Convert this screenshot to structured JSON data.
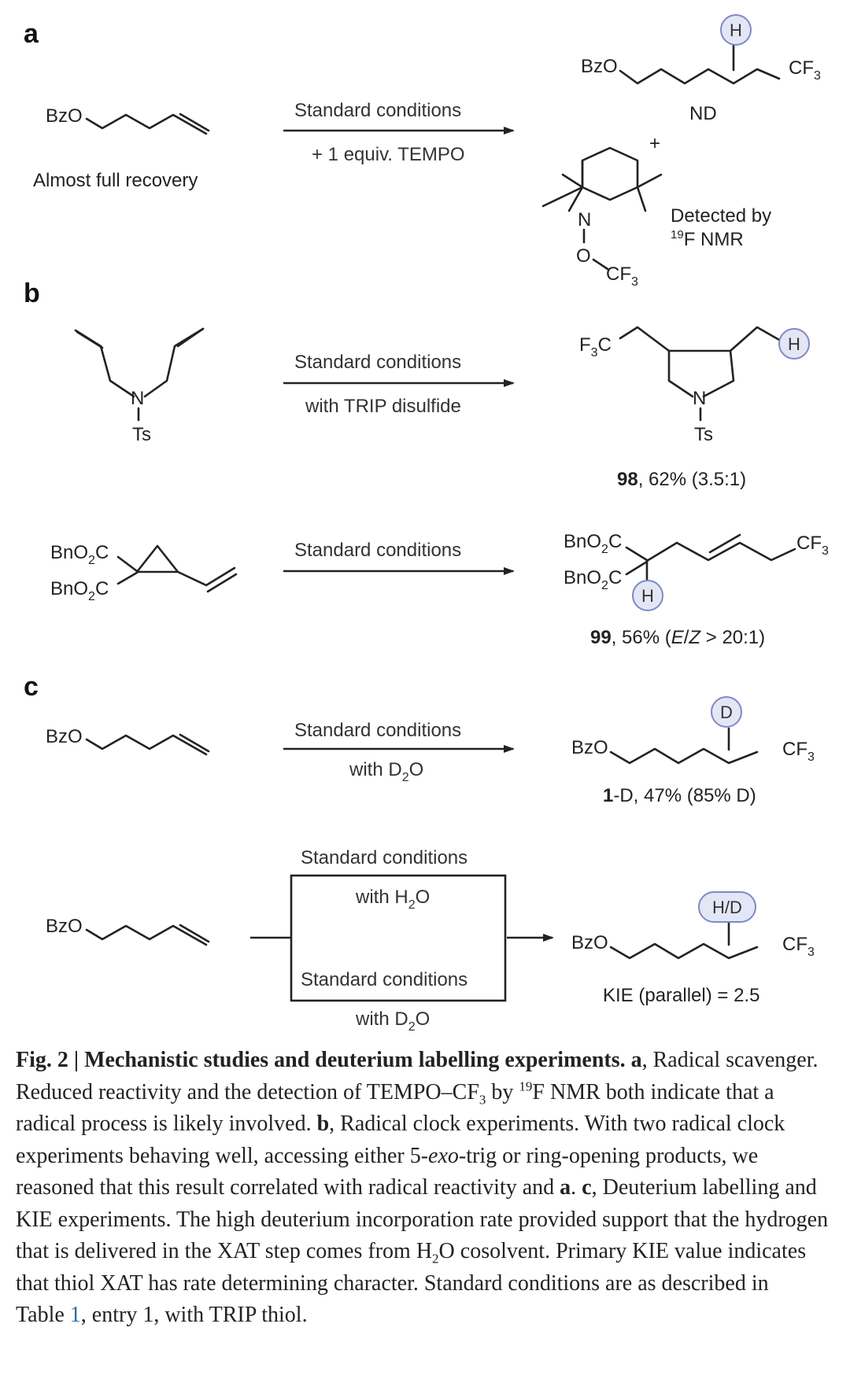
{
  "panels": {
    "a": "a",
    "b": "b",
    "c": "c"
  },
  "section_a": {
    "sm_group": "BzO",
    "sm_note": "Almost full recovery",
    "cond_top": "Standard conditions",
    "cond_bottom": "+ 1 equiv. TEMPO",
    "prod1_left": "BzO",
    "prod1_right": "CF",
    "prod1_right_sub": "3",
    "prod1_highlight": "H",
    "prod1_note": "ND",
    "plus": "+",
    "tempo_N": "N",
    "tempo_O": "O",
    "tempo_cf": "CF",
    "tempo_cf_sub": "3",
    "detect_line1": "Detected by",
    "detect_sup": "19",
    "detect_line2": "F NMR"
  },
  "section_b1": {
    "sm_N": "N",
    "sm_Ts": "Ts",
    "cond_top": "Standard conditions",
    "cond_bottom": "with TRIP disulfide",
    "prod_left": "F",
    "prod_left_sub": "3",
    "prod_left_end": "C",
    "prod_N": "N",
    "prod_Ts": "Ts",
    "prod_highlight": "H",
    "result_bold": "98",
    "result_rest": ", 62% (3.5:1)"
  },
  "section_b2": {
    "sm_top": "BnO",
    "sm_top_sub": "2",
    "sm_top_end": "C",
    "sm_bottom": "BnO",
    "sm_bottom_sub": "2",
    "sm_bottom_end": "C",
    "cond_top": "Standard conditions",
    "prod_top": "BnO",
    "prod_top_sub": "2",
    "prod_top_end": "C",
    "prod_bottom": "BnO",
    "prod_bottom_sub": "2",
    "prod_bottom_end": "C",
    "prod_right": "CF",
    "prod_right_sub": "3",
    "prod_highlight": "H",
    "result_bold": "99",
    "result_mid": ", 56% (",
    "result_italic": "E",
    "result_slash": "/",
    "result_italic2": "Z",
    "result_end": " > 20:1)"
  },
  "section_c1": {
    "sm_group": "BzO",
    "cond_top": "Standard conditions",
    "cond_bottom": "with D",
    "cond_bottom_sub": "2",
    "cond_bottom_end": "O",
    "prod_left": "BzO",
    "prod_right": "CF",
    "prod_right_sub": "3",
    "prod_highlight": "D",
    "result_bold": "1",
    "result_rest": "-D, 47% (85% D)"
  },
  "section_c2": {
    "sm_group": "BzO",
    "cond1_top": "Standard conditions",
    "cond1_bottom": "with H",
    "cond1_bottom_sub": "2",
    "cond1_bottom_end": "O",
    "cond2_top": "Standard conditions",
    "cond2_bottom": "with D",
    "cond2_bottom_sub": "2",
    "cond2_bottom_end": "O",
    "prod_left": "BzO",
    "prod_right": "CF",
    "prod_right_sub": "3",
    "prod_highlight": "H/D",
    "result": "KIE (parallel) = 2.5"
  },
  "caption": {
    "fig_label": "Fig. 2",
    "sep": " | ",
    "title": "Mechanistic studies and deuterium labelling experiments.",
    "a_label": "a",
    "a_text1": ", Radical scavenger. Reduced reactivity and the detection of TEMPO–CF",
    "a_text_sub": "3",
    "a_text2": " by ",
    "a_sup": "19",
    "a_text3": "F NMR both indicate that a radical process is likely involved. ",
    "b_label": "b",
    "b_text1": ", Radical clock experiments. With two radical clock experiments behaving well, accessing either 5-",
    "b_italic": "exo",
    "b_text2": "-trig or ring-opening products, we reasoned that this result correlated with radical reactivity and ",
    "b_ref": "a",
    "b_text3": ". ",
    "c_label": "c",
    "c_text1": ", Deuterium labelling and KIE experiments. The high deuterium incorporation rate provided support that the hydrogen that is delivered in the XAT step comes from H",
    "c_sub": "2",
    "c_text2": "O cosolvent. Primary KIE value indicates that thiol XAT has rate determining character. Standard conditions are as described in Table ",
    "c_ref": "1",
    "c_text3": ", entry 1, with TRIP thiol."
  }
}
